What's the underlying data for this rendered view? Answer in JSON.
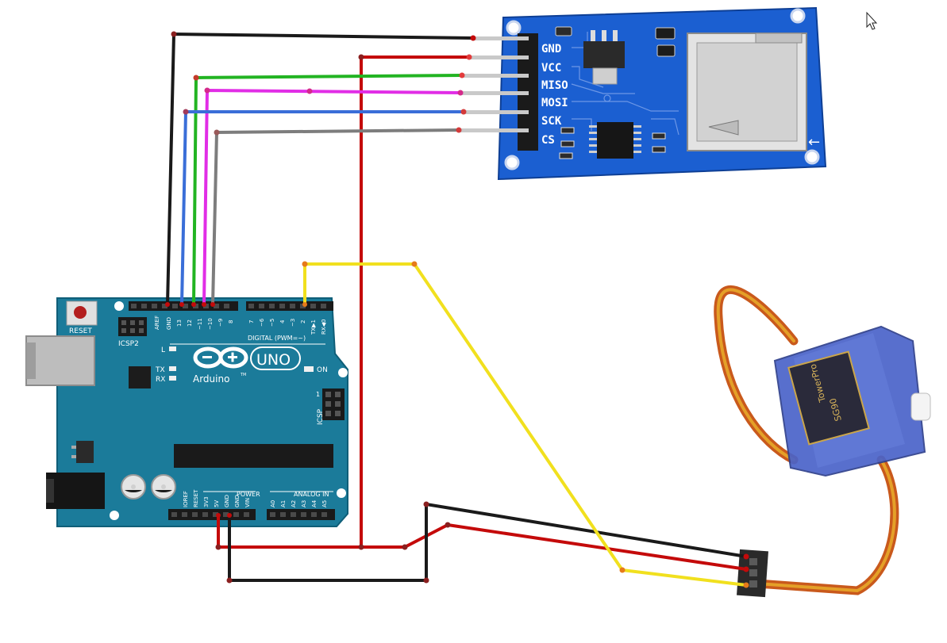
{
  "sd_module": {
    "pins": [
      "GND",
      "VCC",
      "MISO",
      "MOSI",
      "SCK",
      "CS"
    ]
  },
  "arduino": {
    "reset_label": "RESET",
    "icsp2_label": "ICSP2",
    "aref_label": "AREF",
    "gnd_label": "GND",
    "digital_pins": [
      "13",
      "12",
      "~11",
      "~10",
      "~9",
      "8",
      "7",
      "~6",
      "~5",
      "4",
      "~3",
      "2",
      "TX▶1",
      "RX◀0"
    ],
    "digital_label": "DIGITAL (PWM=~)",
    "l_label": "L",
    "tx_label": "TX",
    "rx_label": "RX",
    "logo_text": "UNO",
    "brand": "Arduino",
    "tm": "TM",
    "on_label": "ON",
    "icsp_label": "ICSP",
    "icsp_pin1": "1",
    "power_pins": [
      "IOREF",
      "RESET",
      "3V3",
      "5V",
      "GND",
      "GND",
      "VIN"
    ],
    "power_label": "POWER",
    "analog_pins": [
      "A0",
      "A1",
      "A2",
      "A3",
      "A4",
      "A5"
    ],
    "analog_label": "ANALOG IN"
  },
  "servo": {
    "brand": "TowerPro",
    "model": "SG90"
  },
  "colors": {
    "board": "#1b7b9a",
    "sd_board": "#1b5fd1",
    "wire_gnd": "#1a1a1a",
    "wire_vcc": "#c40a0a",
    "wire_miso": "#22b422",
    "wire_mosi": "#e12de6",
    "wire_sck": "#3a6ed8",
    "wire_cs": "#7d7d7d",
    "wire_signal": "#f1e01e"
  }
}
